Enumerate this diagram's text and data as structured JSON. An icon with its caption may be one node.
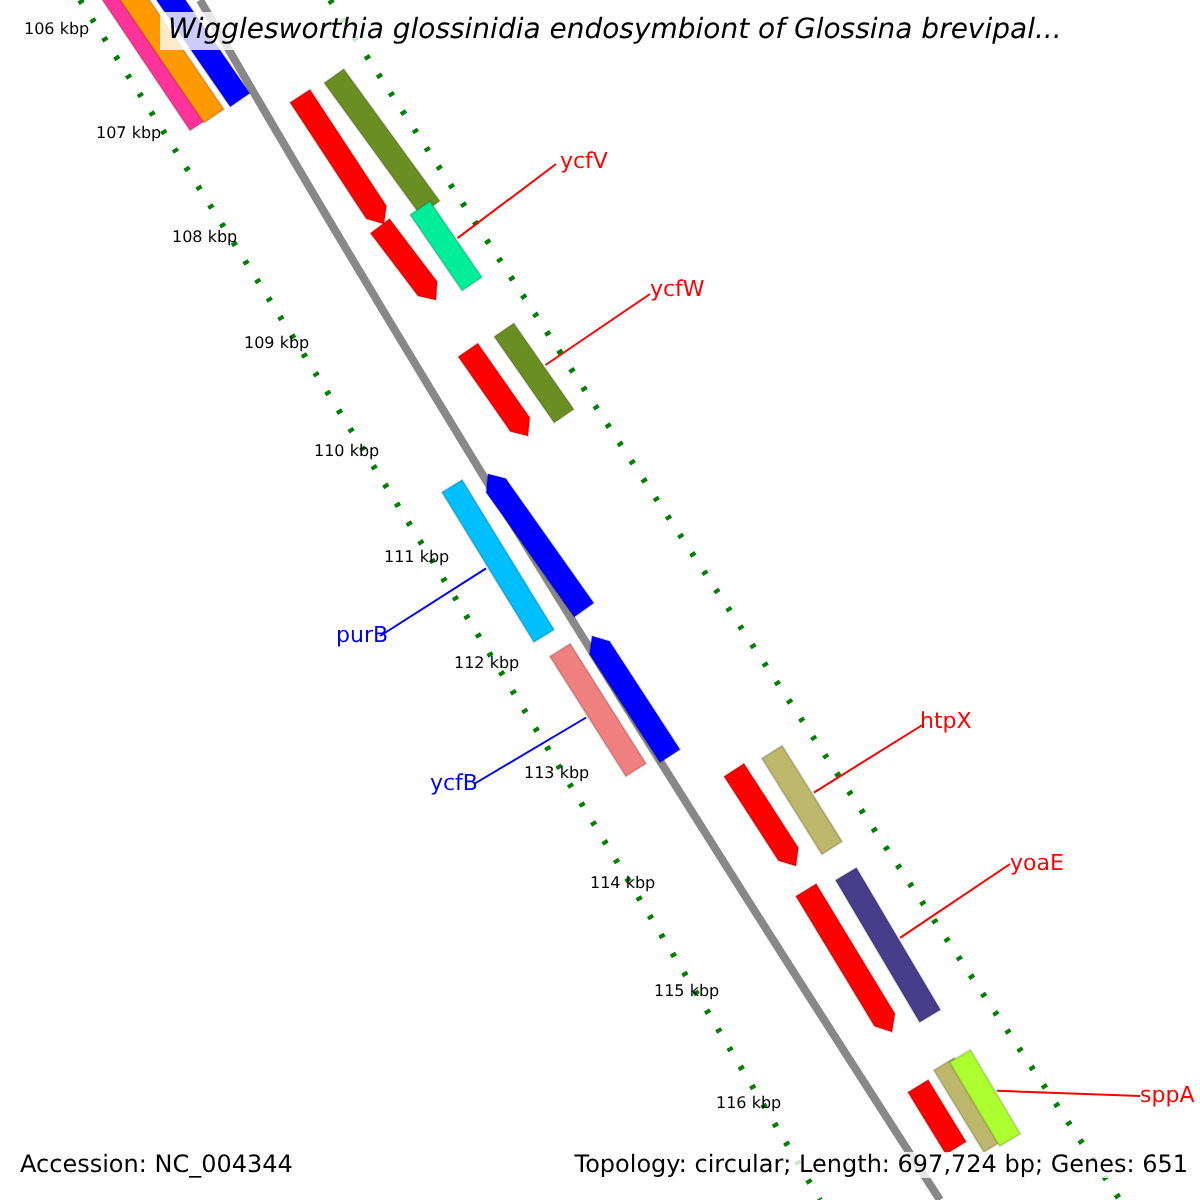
{
  "diagram": {
    "title": "Wigglesworthia glossinidia endosymbiont of Glossina brevipal...",
    "nodes": [
      {
        "text": [
          "ycfV"
        ]
      },
      {
        "text": [
          "ycfW"
        ]
      },
      {
        "text": [
          "purB"
        ]
      },
      {
        "text": [
          "ycfB"
        ]
      },
      {
        "text": [
          "htpX"
        ]
      },
      {
        "text": [
          "yoaE"
        ]
      },
      {
        "text": [
          "sppA"
        ]
      },
      {
        "text": [],
        "shape": "bar"
      },
      {
        "text": [],
        "shape": "bar"
      },
      {
        "text": [],
        "shape": "bar"
      },
      {
        "text": [],
        "shape": "bar"
      },
      {
        "text": [],
        "shape": "bar"
      },
      {
        "text": [],
        "shape": "bar"
      },
      {
        "text": [],
        "shape": "bar"
      },
      {
        "text": [],
        "shape": "bar"
      },
      {
        "text": [],
        "shape": "bar"
      },
      {
        "text": [],
        "shape": "bar"
      },
      {
        "text": [],
        "shape": "bar"
      },
      {
        "text": [],
        "shape": "bar"
      },
      {
        "text": [],
        "shape": "bar"
      },
      {
        "text": [],
        "shape": "bar"
      },
      {
        "text": [],
        "shape": "bar"
      },
      {
        "text": [],
        "shape": "bar"
      },
      {
        "text": [],
        "shape": "bar"
      },
      {
        "text": [],
        "shape": "bar"
      },
      {
        "text": [],
        "shape": "bar"
      },
      {
        "text": [],
        "shape": "bar"
      }
    ],
    "edges": [
      {
        "from": 0,
        "to": 12,
        "arrow": "none"
      },
      {
        "from": 1,
        "to": 14,
        "arrow": "none"
      },
      {
        "from": 2,
        "to": 16,
        "arrow": "none",
        "color": "#0000ff"
      },
      {
        "from": 3,
        "to": 18,
        "arrow": "none",
        "color": "#0000ff"
      },
      {
        "from": 4,
        "to": 20,
        "arrow": "none"
      },
      {
        "from": 5,
        "to": 22,
        "arrow": "none"
      },
      {
        "from": 6,
        "to": 25,
        "arrow": "none"
      }
    ],
    "labels": [
      "106 kbp",
      "107 kbp",
      "108 kbp",
      "109 kbp",
      "110 kbp",
      "111 kbp",
      "112 kbp",
      "113 kbp",
      "114 kbp",
      "115 kbp",
      "116 kbp",
      "Accession: NC_004344",
      "Topology: circular; Length: 697,724 bp; Genes: 651"
    ]
  }
}
